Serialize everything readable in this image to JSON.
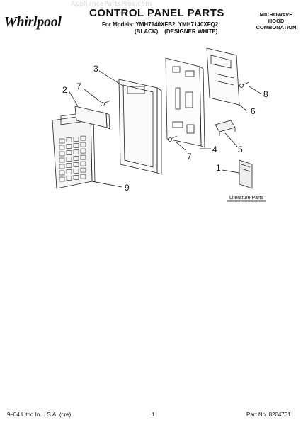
{
  "brand": "Whirlpool",
  "watermark": "AppliancePartsPros.com",
  "title": "CONTROL PANEL PARTS",
  "models_line": "For Models: YMH7140XFB2, YMH7140XFQ2",
  "color_variants": "(BLACK)    (DESIGNER WHITE)",
  "product_type": [
    "MICROWAVE",
    "HOOD",
    "COMBONATION"
  ],
  "callouts": [
    "1",
    "2",
    "3",
    "4",
    "5",
    "6",
    "7",
    "7",
    "8",
    "9"
  ],
  "literature_label": "Literature Parts",
  "footer": {
    "left": "9–04 Litho In U.S.A. (cre)",
    "center": "1",
    "right": "Part No. 8204731"
  }
}
